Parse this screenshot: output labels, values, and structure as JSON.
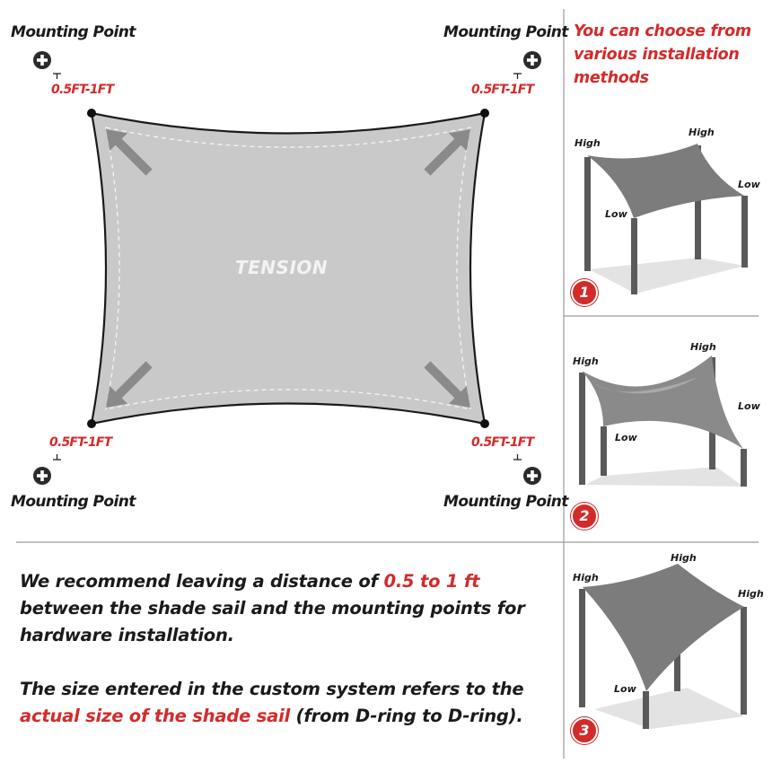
{
  "main": {
    "mounting_label": "Mounting Point",
    "distance_label": "0.5FT-1FT",
    "tension_label": "TENSION"
  },
  "side": {
    "title_line1": "You can choose from",
    "title_line2": "various installation",
    "title_line3": "methods",
    "high": "High",
    "low": "Low",
    "methods": [
      {
        "number": "1",
        "labels": [
          "High",
          "High",
          "Low",
          "Low"
        ]
      },
      {
        "number": "2",
        "labels": [
          "High",
          "High",
          "Low",
          "Low"
        ]
      },
      {
        "number": "3",
        "labels": [
          "High",
          "High",
          "High",
          "Low"
        ]
      }
    ]
  },
  "note1": {
    "line1_prefix": "We recommend leaving a distance of ",
    "line1_highlight": "0.5 to 1 ft",
    "line2": "between the shade sail and the mounting points for",
    "line3": "hardware installation."
  },
  "note2": {
    "line1": "The size entered in the custom system refers to the",
    "line2_highlight": "actual size of the shade sail",
    "line2_suffix": " (from D-ring to D-ring)."
  },
  "colors": {
    "accent_red": "#d42a2a",
    "sail_gray": "#c9c9c9",
    "arrow_gray": "#8a8a8a",
    "post_gray": "#5a5a5a"
  }
}
